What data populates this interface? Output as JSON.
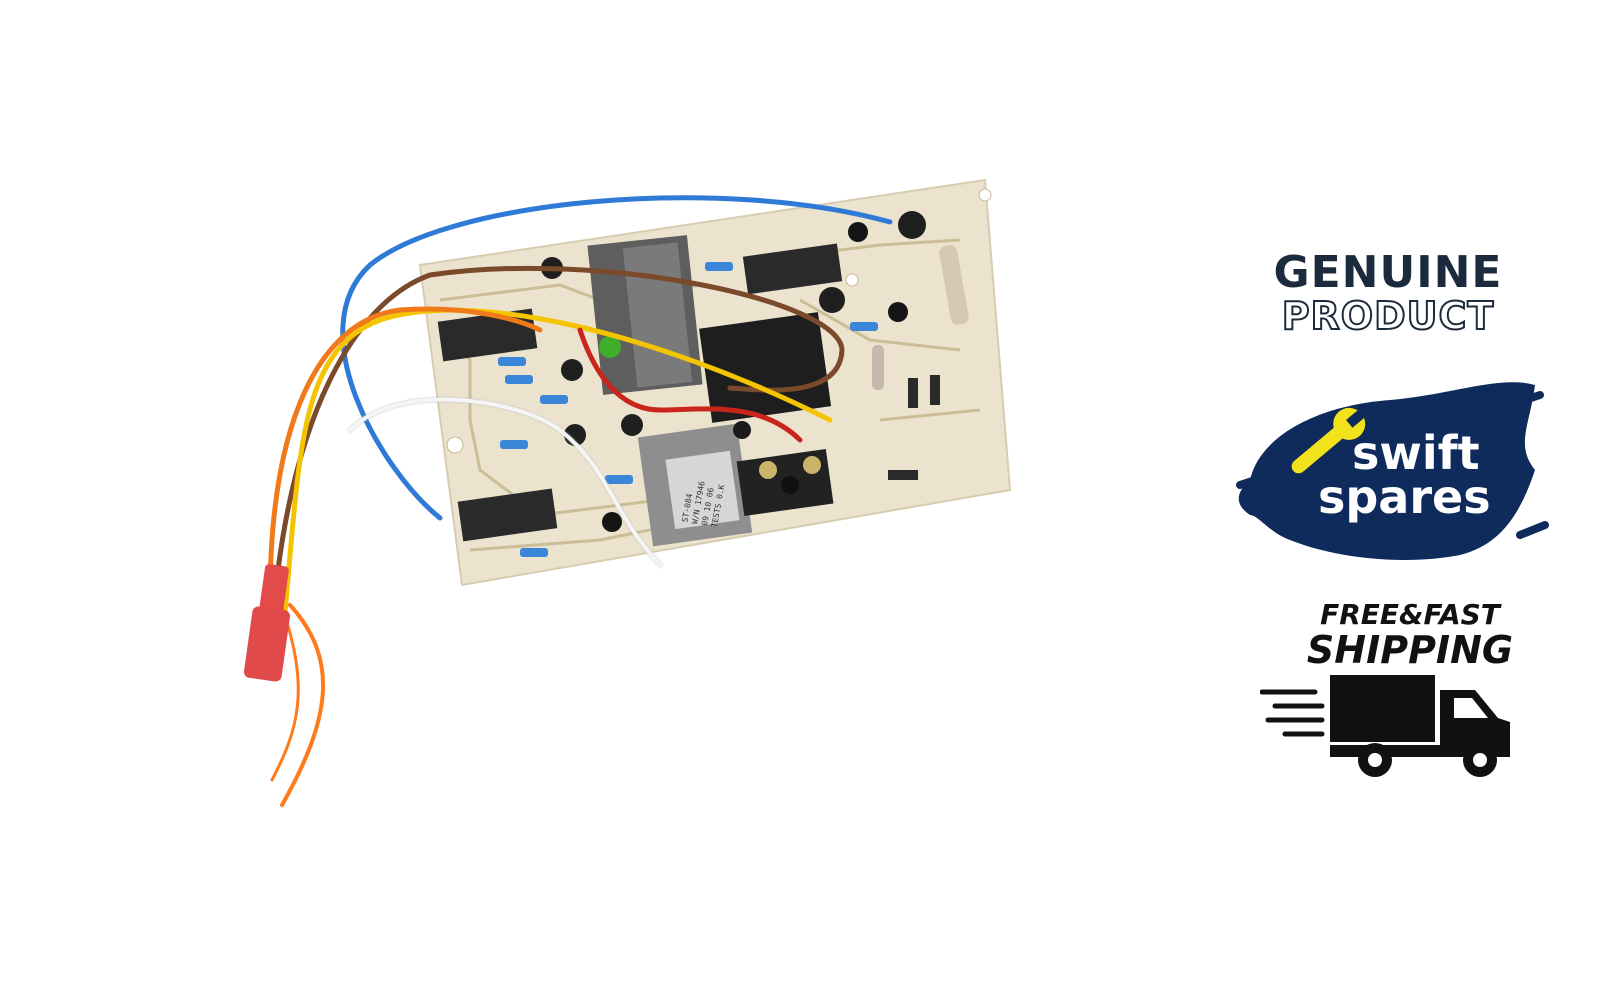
{
  "badges": {
    "genuine": {
      "line1": "GENUINE",
      "line2": "PRODUCT"
    },
    "brand": {
      "word1": "swift",
      "word2": "spares",
      "icon": "wrench-icon",
      "color": "#0f2b5c",
      "accent": "#f2e21b"
    },
    "shipping": {
      "line1": "FREE&FAST",
      "line2": "SHIPPING",
      "icon": "truck-icon"
    }
  },
  "product": {
    "relay_labels": [
      "ST-084",
      "W/N 17946",
      "09 10 06",
      "TESTS 0.K"
    ],
    "wire_colors": [
      "#2f7ad6",
      "#7a4a2a",
      "#f5c400",
      "#f07a1a",
      "#ffffff",
      "#ff7a1a"
    ]
  }
}
